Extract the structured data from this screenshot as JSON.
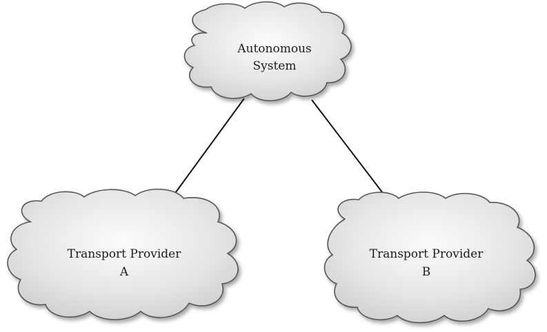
{
  "clouds": {
    "autonomous_system": {
      "line1": "Autonomous",
      "line2": "System"
    },
    "provider_a": {
      "line1": "Transport Provider",
      "line2": "A"
    },
    "provider_b": {
      "line1": "Transport Provider",
      "line2": "B"
    }
  },
  "links": [
    {
      "from": "autonomous_system",
      "to": "provider_a"
    },
    {
      "from": "autonomous_system",
      "to": "provider_b"
    }
  ],
  "colors": {
    "cloud_fill_light": "#fbfbfb",
    "cloud_fill_dark": "#cfcfcf",
    "cloud_outline": "#555555",
    "line": "#111111"
  }
}
